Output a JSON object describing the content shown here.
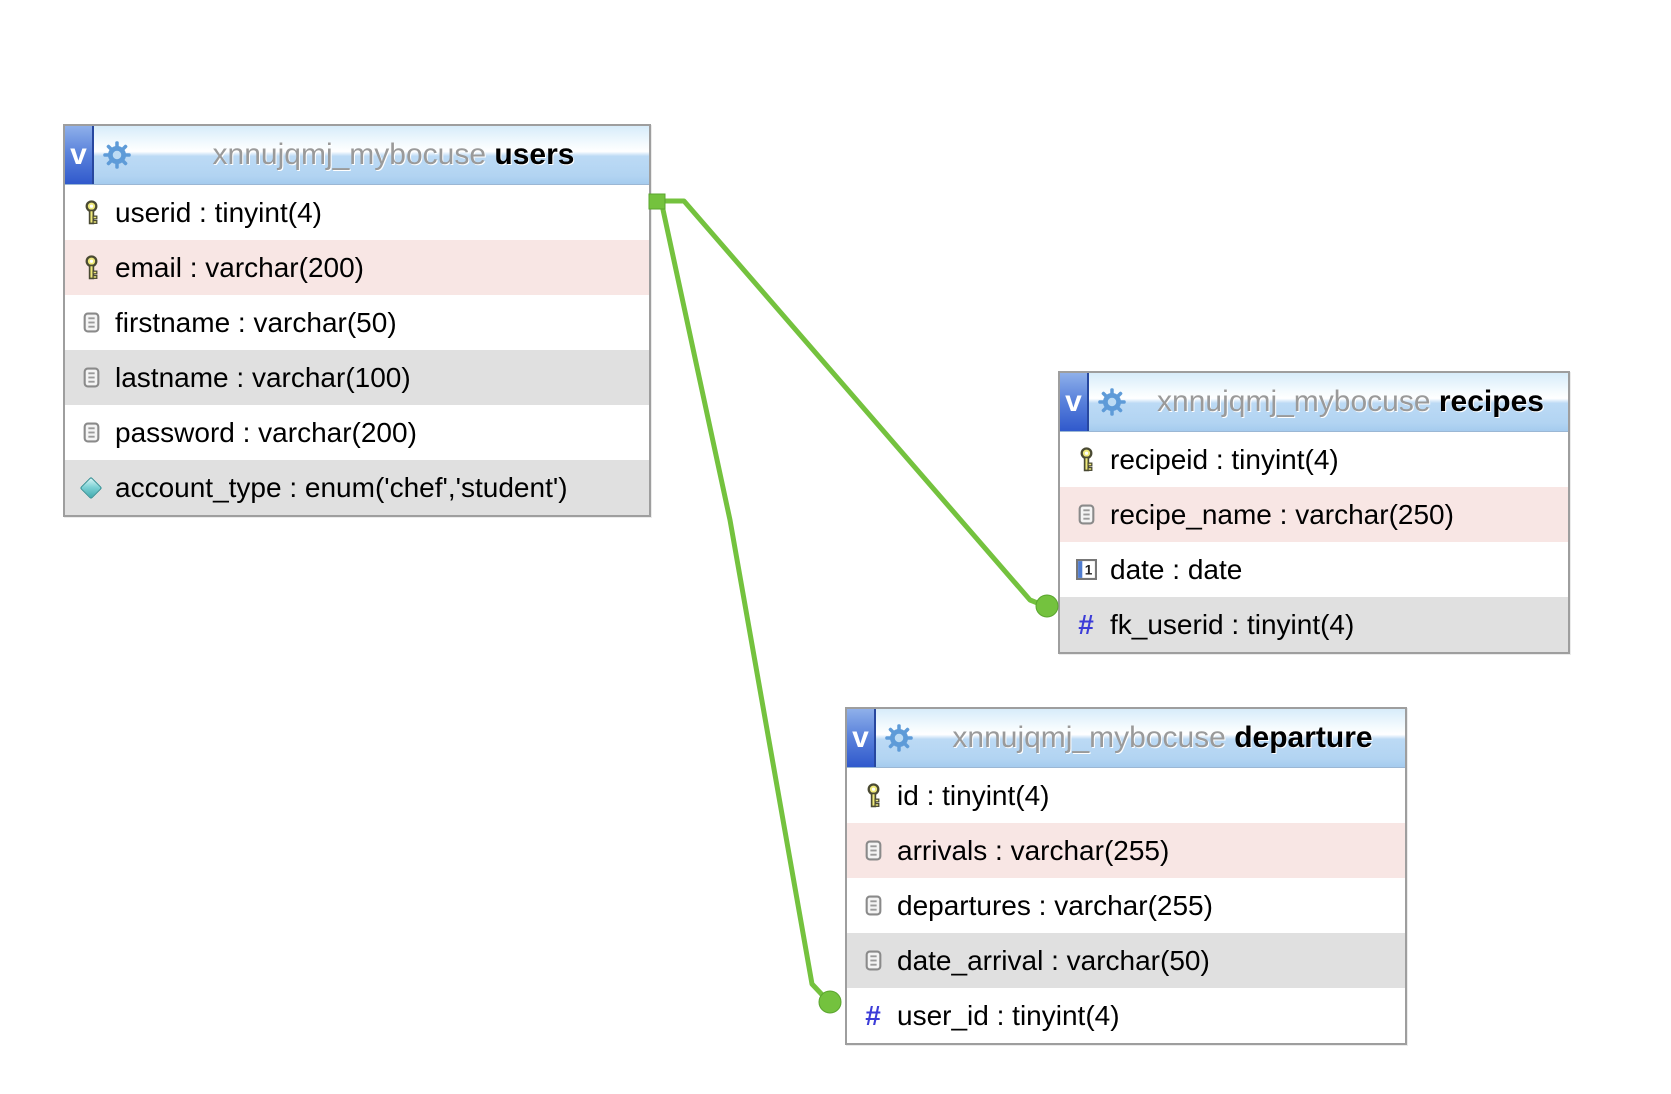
{
  "icons": {
    "hash_glyph": "#"
  },
  "diagram": {
    "colors": {
      "relation_green": "#74c23e",
      "row_highlight_pink": "#f8e6e4",
      "row_alt_gray": "#e0e0e0",
      "header_blue": "#aed2f2",
      "badge_blue": "#3059cc"
    },
    "tables": [
      {
        "badge": "v",
        "schema": "xnnujqmj_mybocuse",
        "name": "users",
        "columns": [
          {
            "icon": "primary-key-icon",
            "label": "userid : tinyint(4)",
            "highlight": "white"
          },
          {
            "icon": "primary-key-icon",
            "label": "email : varchar(200)",
            "highlight": "pink"
          },
          {
            "icon": "column-icon",
            "label": "firstname : varchar(50)",
            "highlight": "white"
          },
          {
            "icon": "column-icon",
            "label": "lastname : varchar(100)",
            "highlight": "gray"
          },
          {
            "icon": "column-icon",
            "label": "password : varchar(200)",
            "highlight": "white"
          },
          {
            "icon": "enum-diamond-icon",
            "label": "account_type : enum('chef','student')",
            "highlight": "gray"
          }
        ]
      },
      {
        "badge": "v",
        "schema": "xnnujqmj_mybocuse",
        "name": "recipes",
        "columns": [
          {
            "icon": "primary-key-icon",
            "label": "recipeid : tinyint(4)",
            "highlight": "white"
          },
          {
            "icon": "column-icon",
            "label": "recipe_name : varchar(250)",
            "highlight": "pink"
          },
          {
            "icon": "calendar-icon",
            "label": "date : date",
            "highlight": "white"
          },
          {
            "icon": "foreign-key-hash-icon",
            "label": "fk_userid : tinyint(4)",
            "highlight": "gray"
          }
        ]
      },
      {
        "badge": "v",
        "schema": "xnnujqmj_mybocuse",
        "name": "departure",
        "columns": [
          {
            "icon": "primary-key-icon",
            "label": "id : tinyint(4)",
            "highlight": "white"
          },
          {
            "icon": "column-icon",
            "label": "arrivals : varchar(255)",
            "highlight": "pink"
          },
          {
            "icon": "column-icon",
            "label": "departures : varchar(255)",
            "highlight": "white"
          },
          {
            "icon": "column-icon",
            "label": "date_arrival : varchar(50)",
            "highlight": "gray"
          },
          {
            "icon": "foreign-key-hash-icon",
            "label": "user_id : tinyint(4)",
            "highlight": "white"
          }
        ]
      }
    ],
    "relations": [
      {
        "from_table": "users",
        "from_column": "userid",
        "to_table": "recipes",
        "to_column": "fk_userid"
      },
      {
        "from_table": "users",
        "from_column": "userid",
        "to_table": "departure",
        "to_column": "user_id"
      }
    ]
  }
}
